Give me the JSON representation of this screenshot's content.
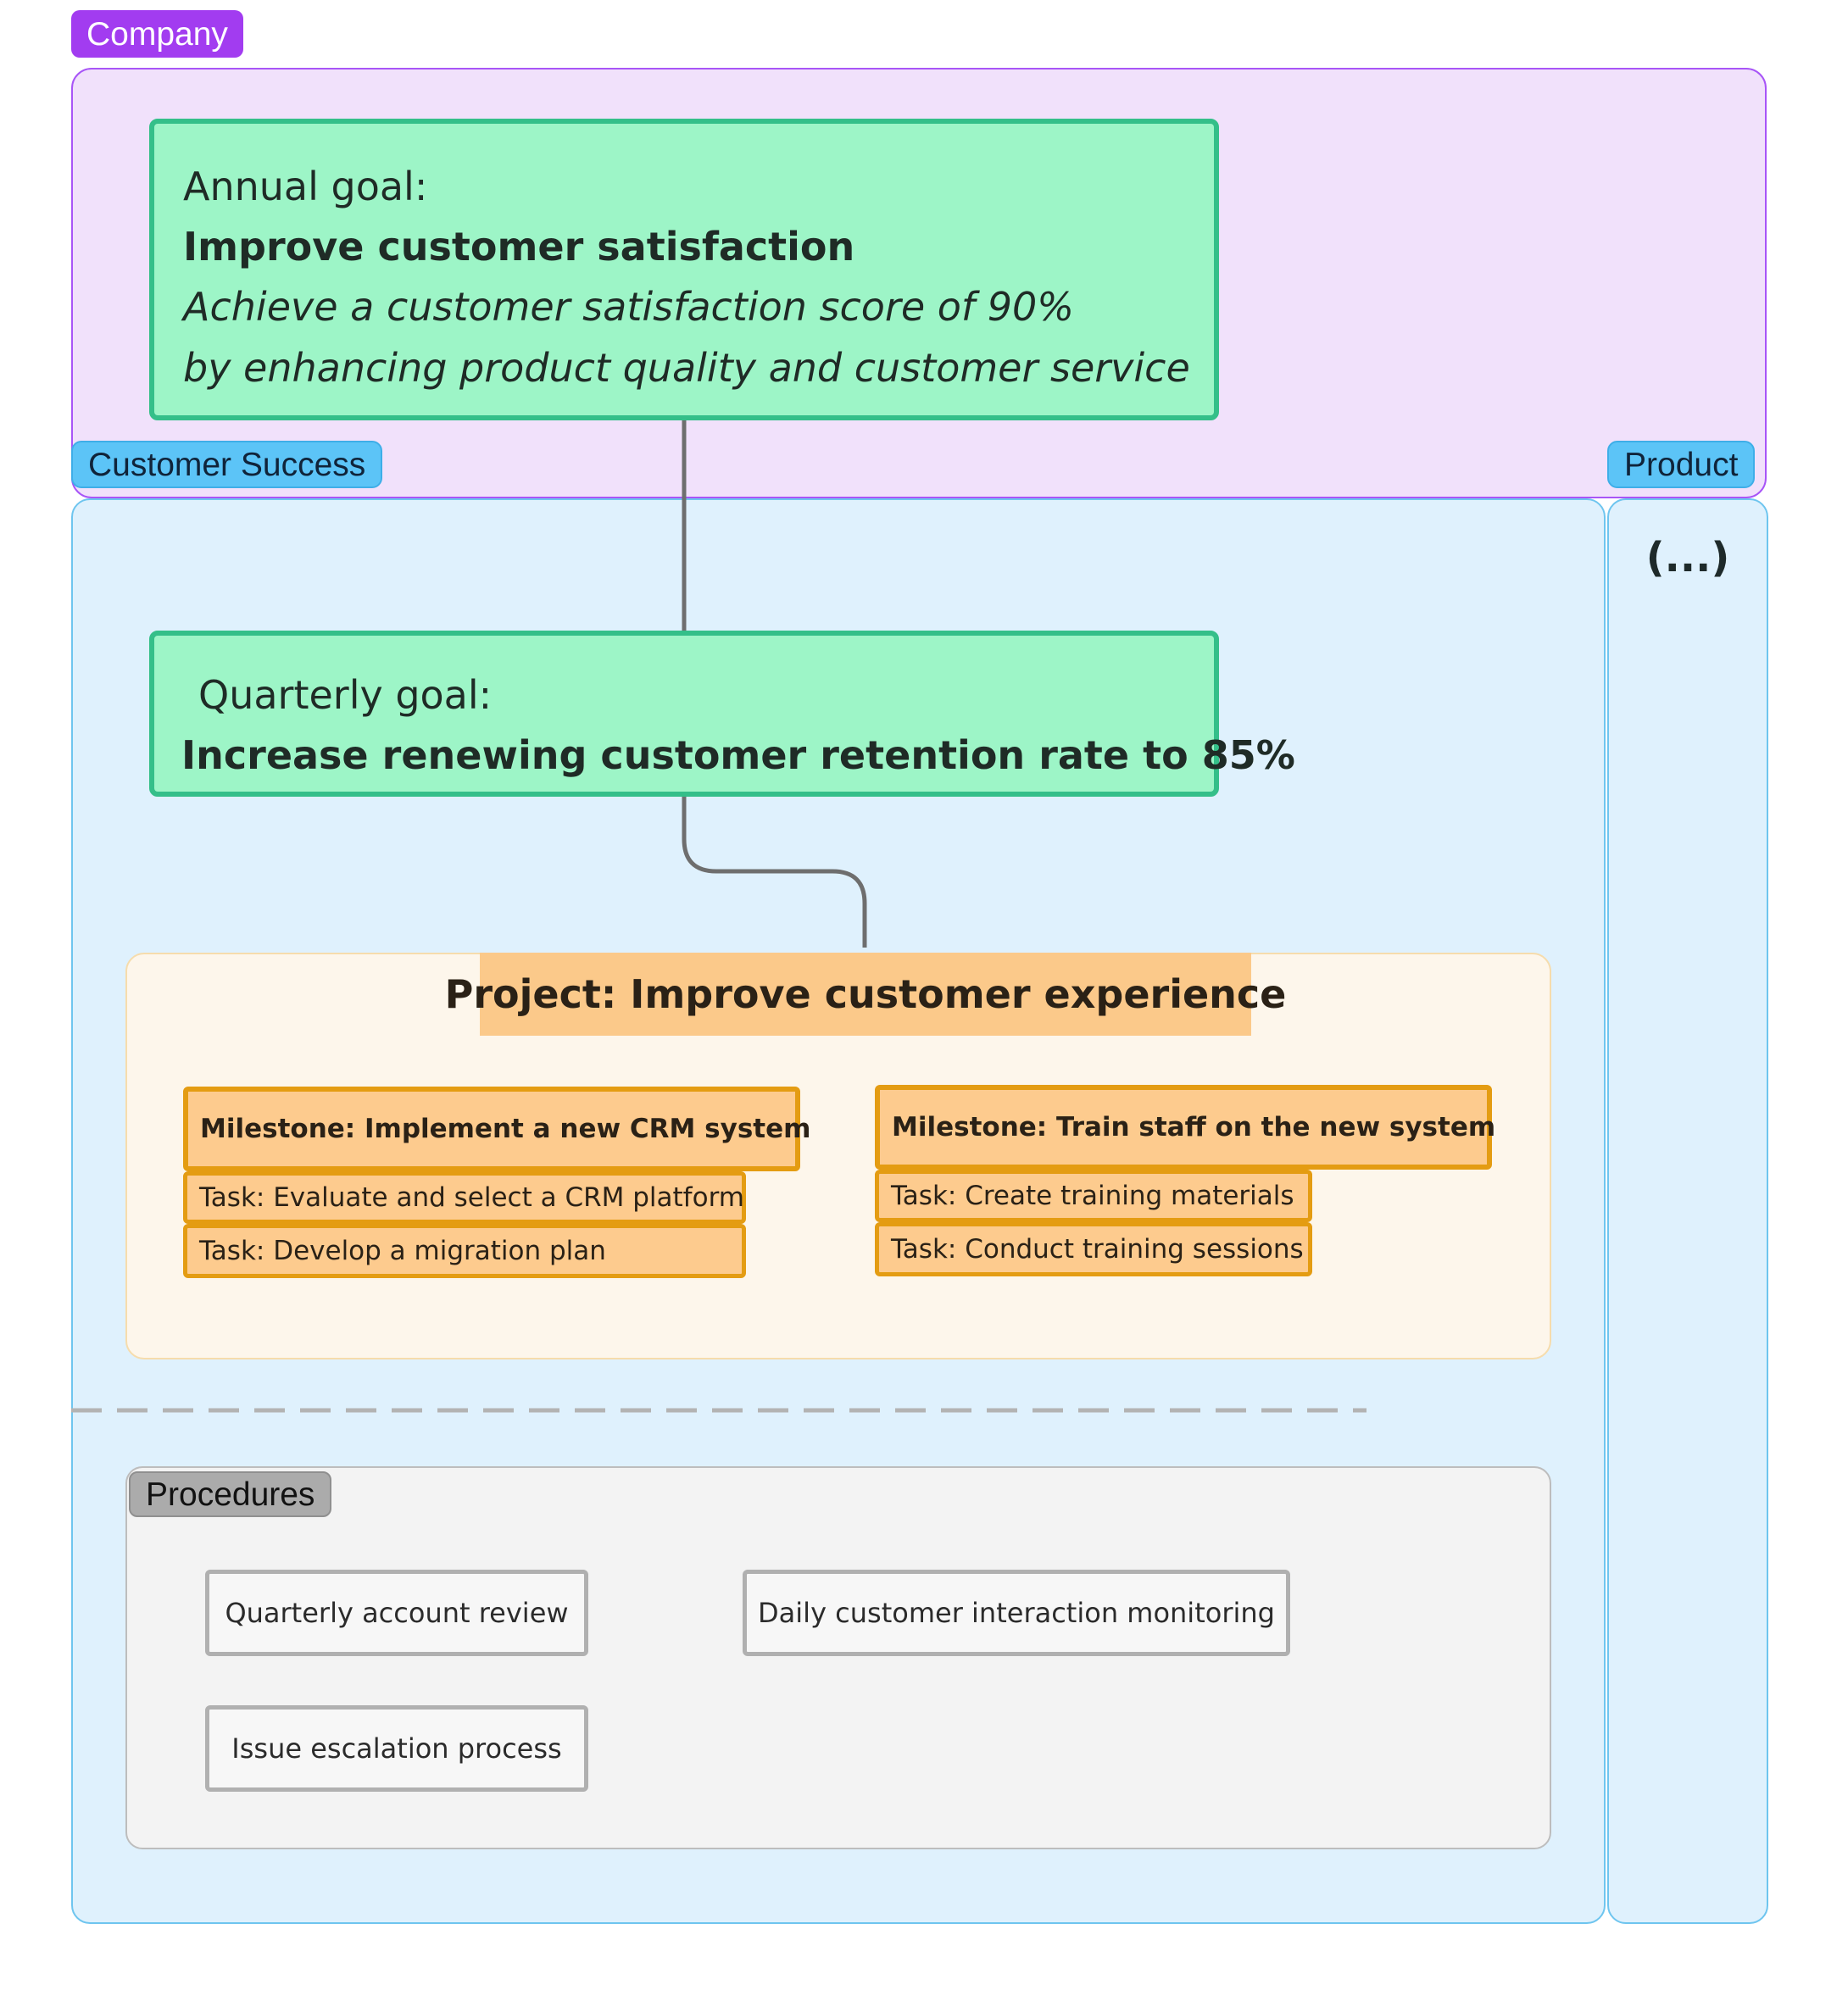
{
  "company": {
    "label": "Company"
  },
  "customer_success": {
    "label": "Customer Success"
  },
  "product": {
    "label": "Product",
    "placeholder": "(...)"
  },
  "annual_goal": {
    "label": "Annual goal:",
    "title": "Improve customer satisfaction",
    "description_line1": "Achieve a customer satisfaction score of 90%",
    "description_line2": "by enhancing product quality and customer service"
  },
  "quarterly_goal": {
    "label": "Quarterly goal:",
    "title": "Increase renewing customer retention rate to 85%"
  },
  "project": {
    "title": "Project: Improve customer experience",
    "milestones": [
      {
        "title": "Milestone: Implement a new CRM system",
        "tasks": [
          "Task: Evaluate and select a CRM platform",
          "Task: Develop a migration plan"
        ]
      },
      {
        "title": "Milestone: Train staff on the new system",
        "tasks": [
          "Task: Create training materials",
          "Task: Conduct training sessions"
        ]
      }
    ]
  },
  "procedures": {
    "label": "Procedures",
    "items": [
      "Quarterly account review",
      "Daily customer interaction monitoring",
      "Issue escalation process"
    ]
  },
  "colors": {
    "company_fill": "#f1e1fb",
    "company_accent": "#a23cf0",
    "team_fill": "#dff1fd",
    "team_accent": "#5cc4f7",
    "goal_fill": "#9df5c7",
    "goal_border": "#34bf89",
    "project_fill": "#fdcb8e",
    "project_border": "#e49c12",
    "procedure_border": "#b0b0b0",
    "connector": "#6e6e6e"
  }
}
